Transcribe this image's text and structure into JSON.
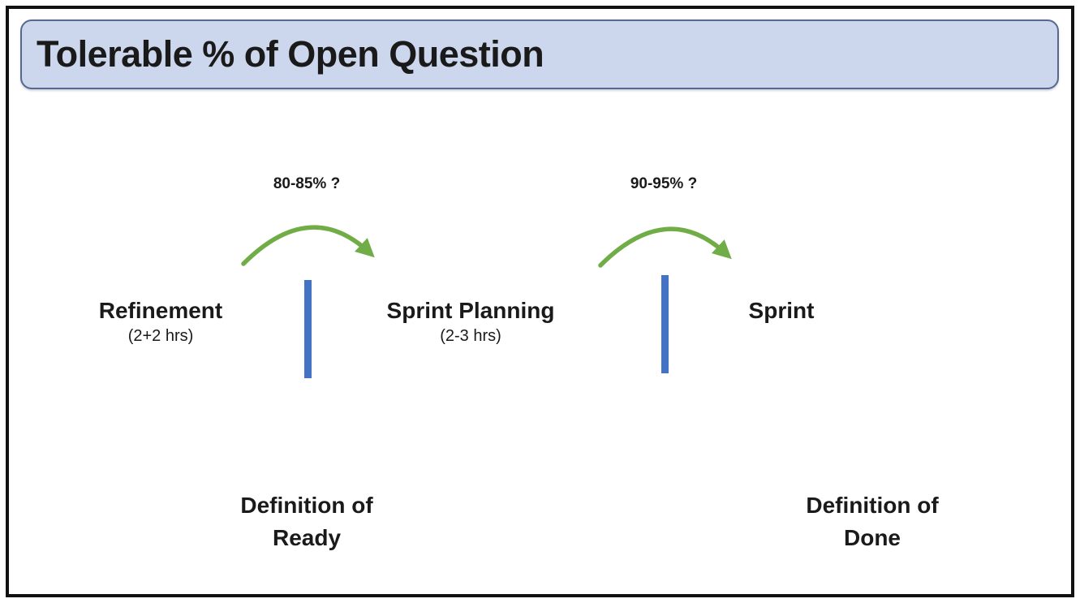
{
  "colors": {
    "frame_black": "#111111",
    "title_fill": "#ccd6ec",
    "title_border": "#56688f",
    "text_black": "#1a1a1a",
    "arrow_green": "#70ad47",
    "bar_blue": "#4472c4"
  },
  "title": {
    "text": "Tolerable % of Open Question"
  },
  "diagram": {
    "stages": [
      {
        "label": "Refinement",
        "duration": "(2+2 hrs)"
      },
      {
        "label": "Sprint Planning",
        "duration": "(2-3 hrs)"
      },
      {
        "label": "Sprint",
        "duration": ""
      }
    ],
    "gates": [
      {
        "threshold": "80-85% ?",
        "name_line1": "Definition of",
        "name_line2": "Ready"
      },
      {
        "threshold": "90-95% ?",
        "name_line1": "Definition of",
        "name_line2": "Done"
      }
    ]
  }
}
